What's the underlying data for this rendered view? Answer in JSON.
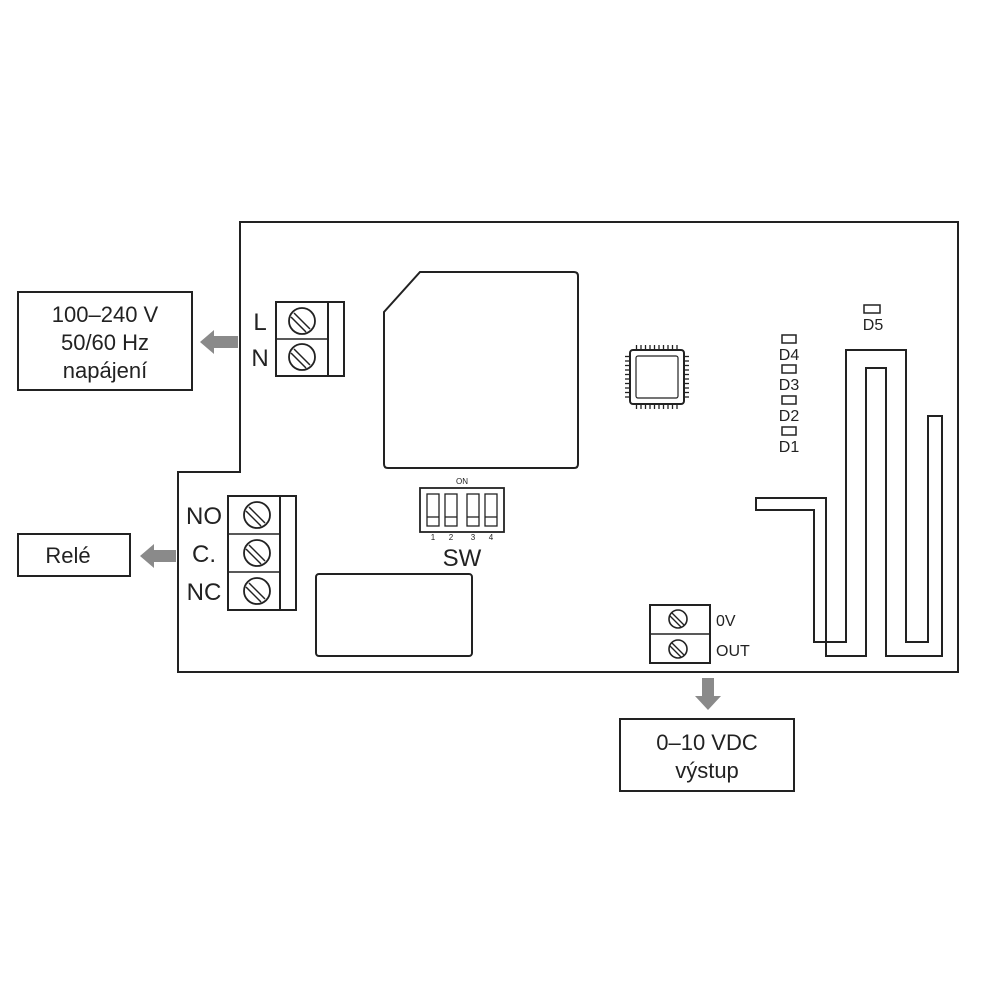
{
  "power": {
    "box_lines": [
      "100–240 V",
      "50/60 Hz",
      "napájení"
    ],
    "terminal_labels": [
      "L",
      "N"
    ]
  },
  "relay": {
    "box_label": "Relé",
    "terminal_labels": [
      "NO",
      "C.",
      "NC"
    ]
  },
  "output": {
    "box_lines": [
      "0–10 VDC",
      "výstup"
    ],
    "terminal_labels": [
      "0V",
      "OUT"
    ]
  },
  "dip_switch": {
    "on_label": "ON",
    "numbers": [
      "1",
      "2",
      "3",
      "4"
    ],
    "name": "SW"
  },
  "leds": [
    "D5",
    "D4",
    "D3",
    "D2",
    "D1"
  ],
  "colors": {
    "line": "#222222",
    "arrow": "#8a8a8a",
    "background": "#ffffff"
  }
}
